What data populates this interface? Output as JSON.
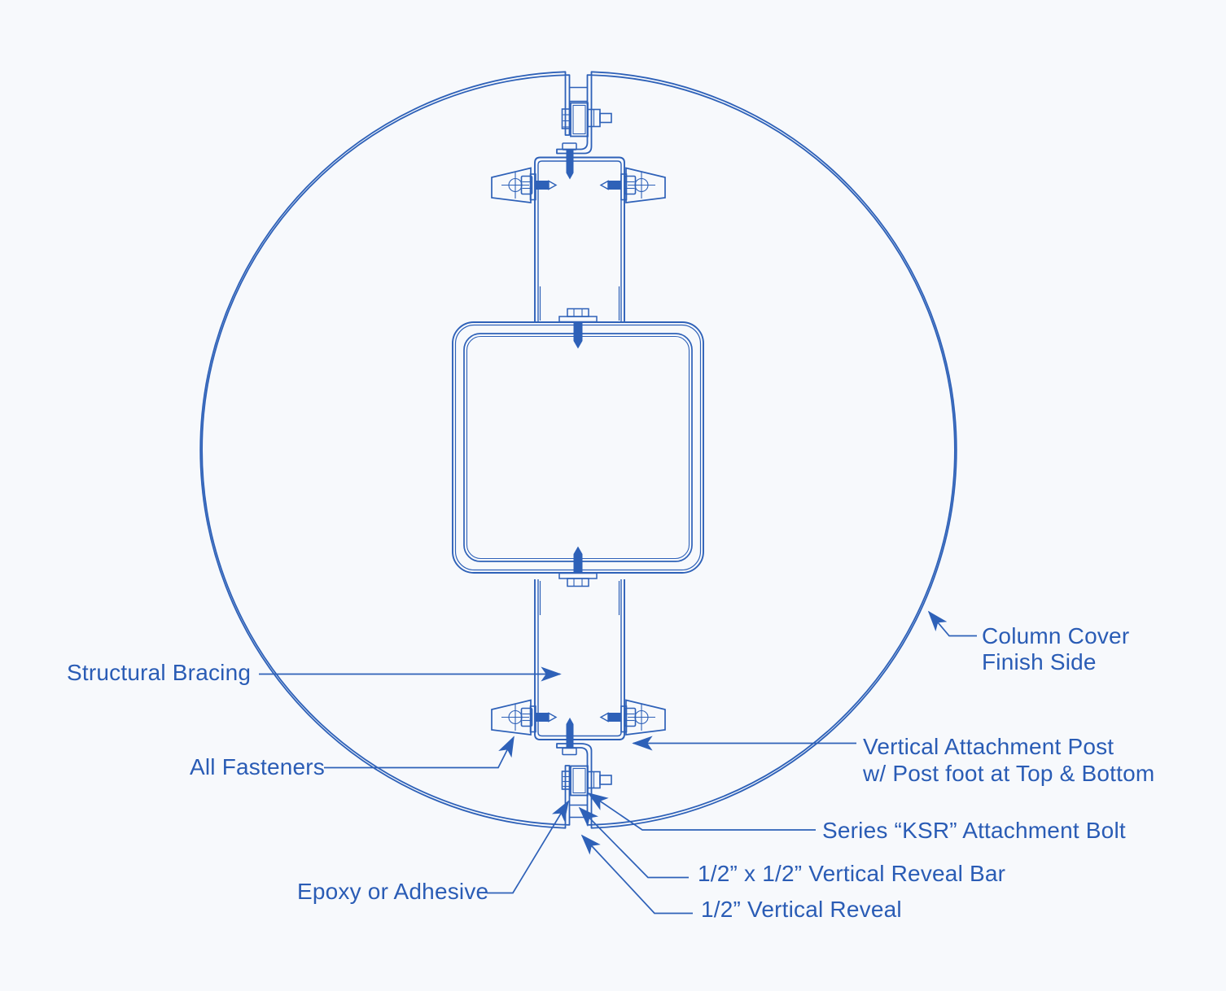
{
  "drawing": {
    "type": "technical-detail-blueprint",
    "subject": "Round column cover attachment detail (plan section)",
    "colors": {
      "line": "#2e61b8",
      "text": "#2a5cb5",
      "background": "#f7f9fc"
    }
  },
  "labels": {
    "structural_bracing": "Structural Bracing",
    "all_fasteners": "All Fasteners",
    "column_cover": {
      "line1": "Column Cover",
      "line2": "Finish Side"
    },
    "vertical_attachment_post": {
      "line1": "Vertical Attachment Post",
      "line2": "w/ Post foot at Top & Bottom"
    },
    "ksr_attachment_bolt": "Series “KSR” Attachment Bolt",
    "vertical_reveal_bar": "1/2” x 1/2” Vertical Reveal Bar",
    "vertical_reveal": "1/2” Vertical Reveal",
    "epoxy_or_adhesive": "Epoxy or Adhesive"
  }
}
